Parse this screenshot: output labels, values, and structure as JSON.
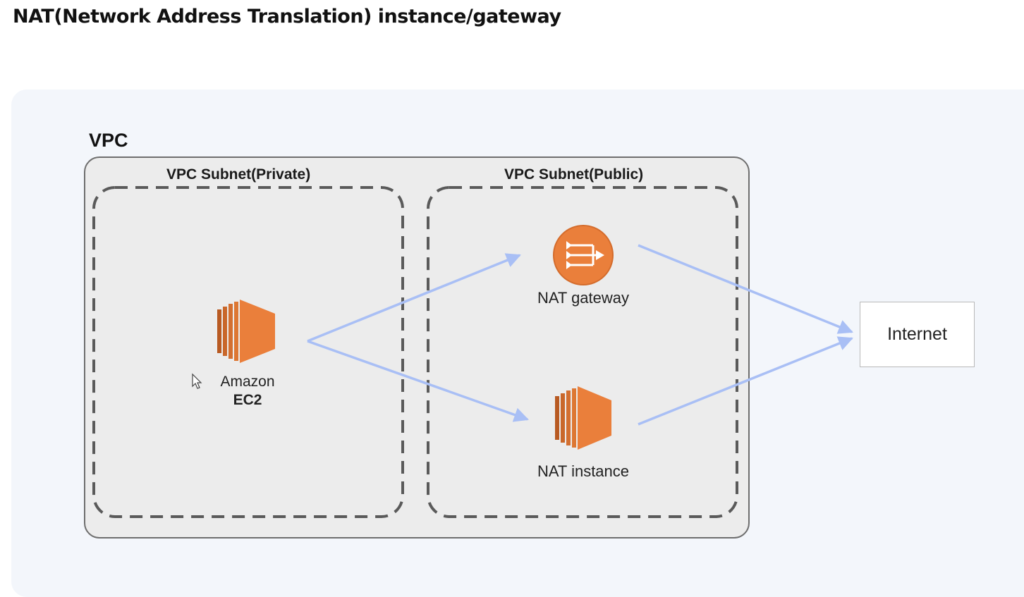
{
  "title": "NAT(Network Address Translation) instance/gateway",
  "vpc": {
    "label": "VPC",
    "private_subnet": {
      "label": "VPC Subnet(Private)"
    },
    "public_subnet": {
      "label": "VPC Subnet(Public)"
    }
  },
  "nodes": {
    "ec2": {
      "line1": "Amazon",
      "line2": "EC2",
      "icon": "ec2-icon"
    },
    "nat_gateway": {
      "label": "NAT gateway",
      "icon": "nat-gateway-icon"
    },
    "nat_instance": {
      "label": "NAT instance",
      "icon": "ec2-icon"
    },
    "internet": {
      "label": "Internet"
    }
  },
  "colors": {
    "aws_orange": "#ea7f3b",
    "arrow": "#a9bff5",
    "vpc_fill": "#ececec",
    "canvas": "#f3f6fb"
  }
}
